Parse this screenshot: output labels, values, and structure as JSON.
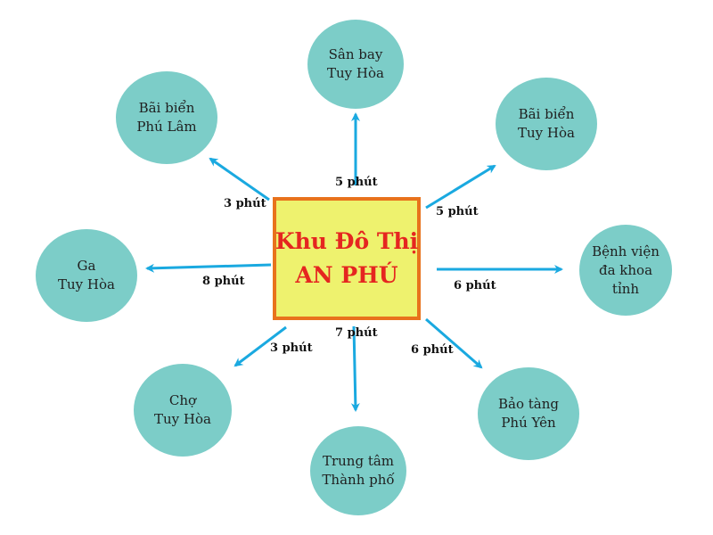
{
  "center": {
    "line1": "Khu Đô Thị",
    "line2": "AN PHÚ"
  },
  "nodes": [
    {
      "id": "san-bay",
      "line1": "Sân bay",
      "line2": "Tuy Hòa",
      "time": "5 phút"
    },
    {
      "id": "bai-bien-th",
      "line1": "Bãi biển",
      "line2": "Tuy Hòa",
      "time": "5 phút"
    },
    {
      "id": "benh-vien",
      "line1": "Bệnh viện",
      "line2": "đa khoa",
      "line3": "tỉnh",
      "time": "6 phút"
    },
    {
      "id": "bao-tang",
      "line1": "Bảo tàng",
      "line2": "Phú Yên",
      "time": "6 phút"
    },
    {
      "id": "trung-tam",
      "line1": "Trung tâm",
      "line2": "Thành phố",
      "time": "7 phút"
    },
    {
      "id": "cho",
      "line1": "Chợ",
      "line2": "Tuy Hòa",
      "time": "3 phút"
    },
    {
      "id": "ga",
      "line1": "Ga",
      "line2": "Tuy Hòa",
      "time": "8 phút"
    },
    {
      "id": "bai-bien-pl",
      "line1": "Bãi biển",
      "line2": "Phú Lâm",
      "time": "3 phút"
    }
  ],
  "colors": {
    "node_fill": "#7ccdc8",
    "arrow": "#1aa9e0",
    "center_fill": "#eef26e",
    "center_border": "#e8721c",
    "center_text": "#e52620"
  }
}
